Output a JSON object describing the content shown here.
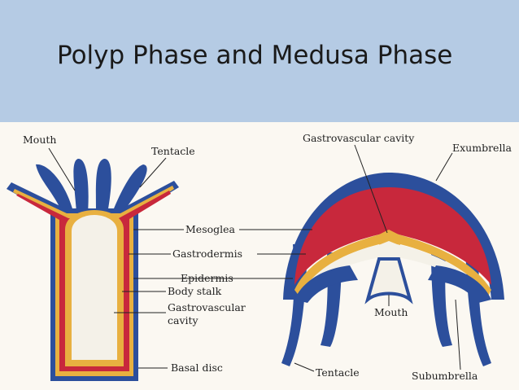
{
  "slide": {
    "title": "Polyp Phase and Medusa Phase"
  },
  "polyp": {
    "labels": {
      "mouth": "Mouth",
      "tentacle": "Tentacle",
      "mesoglea": "Mesoglea",
      "gastrodermis": "Gastrodermis",
      "epidermis": "Epidermis",
      "body_stalk": "Body stalk",
      "gastrovascular_1": "Gastrovascular",
      "gastrovascular_2": "cavity",
      "basal_disc": "Basal disc"
    }
  },
  "medusa": {
    "labels": {
      "gastrovascular_cavity": "Gastrovascular cavity",
      "exumbrella": "Exumbrella",
      "mouth": "Mouth",
      "tentacle": "Tentacle",
      "subumbrella": "Subumbrella"
    }
  },
  "colors": {
    "title_band": "#b5cbe4",
    "background": "#fbf8f2",
    "epidermis_blue": "#2c4f9c",
    "gastrodermis_red": "#c8283c",
    "mesoglea_yellow": "#e8b040",
    "cavity_white": "#f4f1e8"
  }
}
